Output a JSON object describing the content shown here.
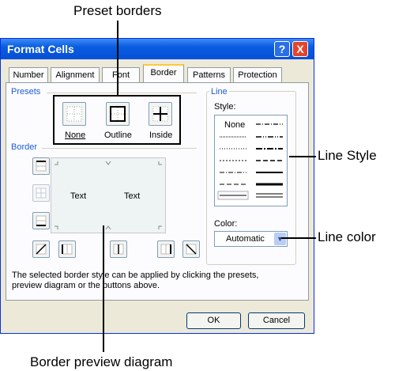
{
  "annotations": {
    "preset_borders": "Preset borders",
    "line_style": "Line Style",
    "line_color": "Line color",
    "border_preview": "Border preview diagram"
  },
  "dialog": {
    "title": "Format Cells",
    "help_label": "?",
    "close_label": "X",
    "tabs": [
      "Number",
      "Alignment",
      "Font",
      "Border",
      "Patterns",
      "Protection"
    ],
    "active_tab": "Border",
    "presets_label": "Presets",
    "presets": [
      "None",
      "Outline",
      "Inside"
    ],
    "border_label": "Border",
    "preview_text": [
      "Text",
      "Text"
    ],
    "line_label": "Line",
    "style_label": "Style:",
    "style_none": "None",
    "color_label": "Color:",
    "color_value": "Automatic",
    "hint": "The selected border style can be applied by clicking the presets, preview diagram or the buttons above.",
    "ok_label": "OK",
    "cancel_label": "Cancel"
  },
  "colors": {
    "title_bar": "#0a5ce0",
    "accent": "#1e5bd6",
    "close": "#e2452b"
  }
}
